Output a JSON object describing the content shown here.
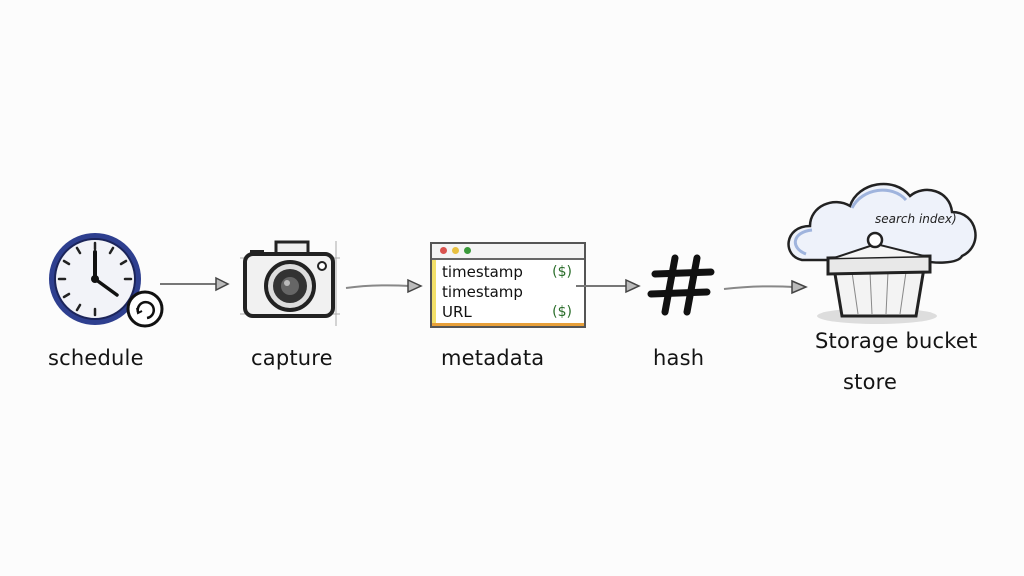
{
  "diagram": {
    "type": "pipeline-flow",
    "style": "hand-drawn sketch",
    "colors": {
      "background": "#fcfcfc",
      "ink": "#141414",
      "clock_rim": "#2e3f8f",
      "cloud_tint": "#b8c8e6",
      "window_accent_orange": "#e8a03a",
      "window_accent_yellow": "#f3e06a",
      "dollar_green": "#2b6e2b",
      "dot_red": "#d9534f",
      "dot_yellow": "#e8c040",
      "dot_green": "#3a9a3a"
    },
    "steps": [
      {
        "id": "schedule",
        "label": "schedule",
        "icon": "clock-icon"
      },
      {
        "id": "capture",
        "label": "capture",
        "icon": "camera-icon"
      },
      {
        "id": "metadata",
        "label": "metadata",
        "icon": "metadata-window-icon",
        "window_lines": [
          {
            "text": "timestamp",
            "suffix": "($)"
          },
          {
            "text": "timestamp",
            "suffix": ""
          },
          {
            "text": "URL",
            "suffix": "($)"
          }
        ]
      },
      {
        "id": "hash",
        "label": "hash",
        "icon": "hash-icon",
        "glyph": "#"
      },
      {
        "id": "store",
        "label": "Storage bucket",
        "sublabel": "store",
        "icon": "storage-bucket-cloud-icon",
        "annotation": "search index)"
      }
    ],
    "edges": [
      {
        "from": "schedule",
        "to": "capture"
      },
      {
        "from": "capture",
        "to": "metadata"
      },
      {
        "from": "metadata",
        "to": "hash"
      },
      {
        "from": "hash",
        "to": "store"
      }
    ]
  }
}
